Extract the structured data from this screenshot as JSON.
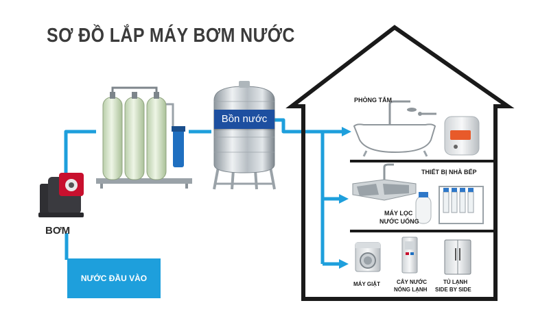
{
  "title": "SƠ ĐỒ LẮP MÁY BƠM NƯỚC",
  "pump": {
    "label": "BƠM"
  },
  "inlet": {
    "label": "NƯỚC ĐẦU VÀO"
  },
  "tank": {
    "label": "Bồn nước"
  },
  "rooms": {
    "bathroom": {
      "label": "PHÒNG TẮM"
    },
    "kitchen": {
      "label": "THIẾT BỊ NHÀ BẾP",
      "purifier_line1": "MÁY LỌC",
      "purifier_line2": "NƯỚC UỐNG"
    },
    "laundry": {
      "washer": "MÁY GIẶT",
      "dispenser_line1": "CÂY NƯỚC",
      "dispenser_line2": "NÓNG LẠNH",
      "fridge_line1": "TỦ LẠNH",
      "fridge_line2": "SIDE BY SIDE"
    }
  },
  "colors": {
    "pipe": "#1e9fdc",
    "inlet_box": "#1e9fdc",
    "house_outline": "#1a1a1a",
    "tank_band": "#1d4fa0",
    "filter_tank": "#d8e7c8",
    "pump_red": "#c8102e"
  }
}
